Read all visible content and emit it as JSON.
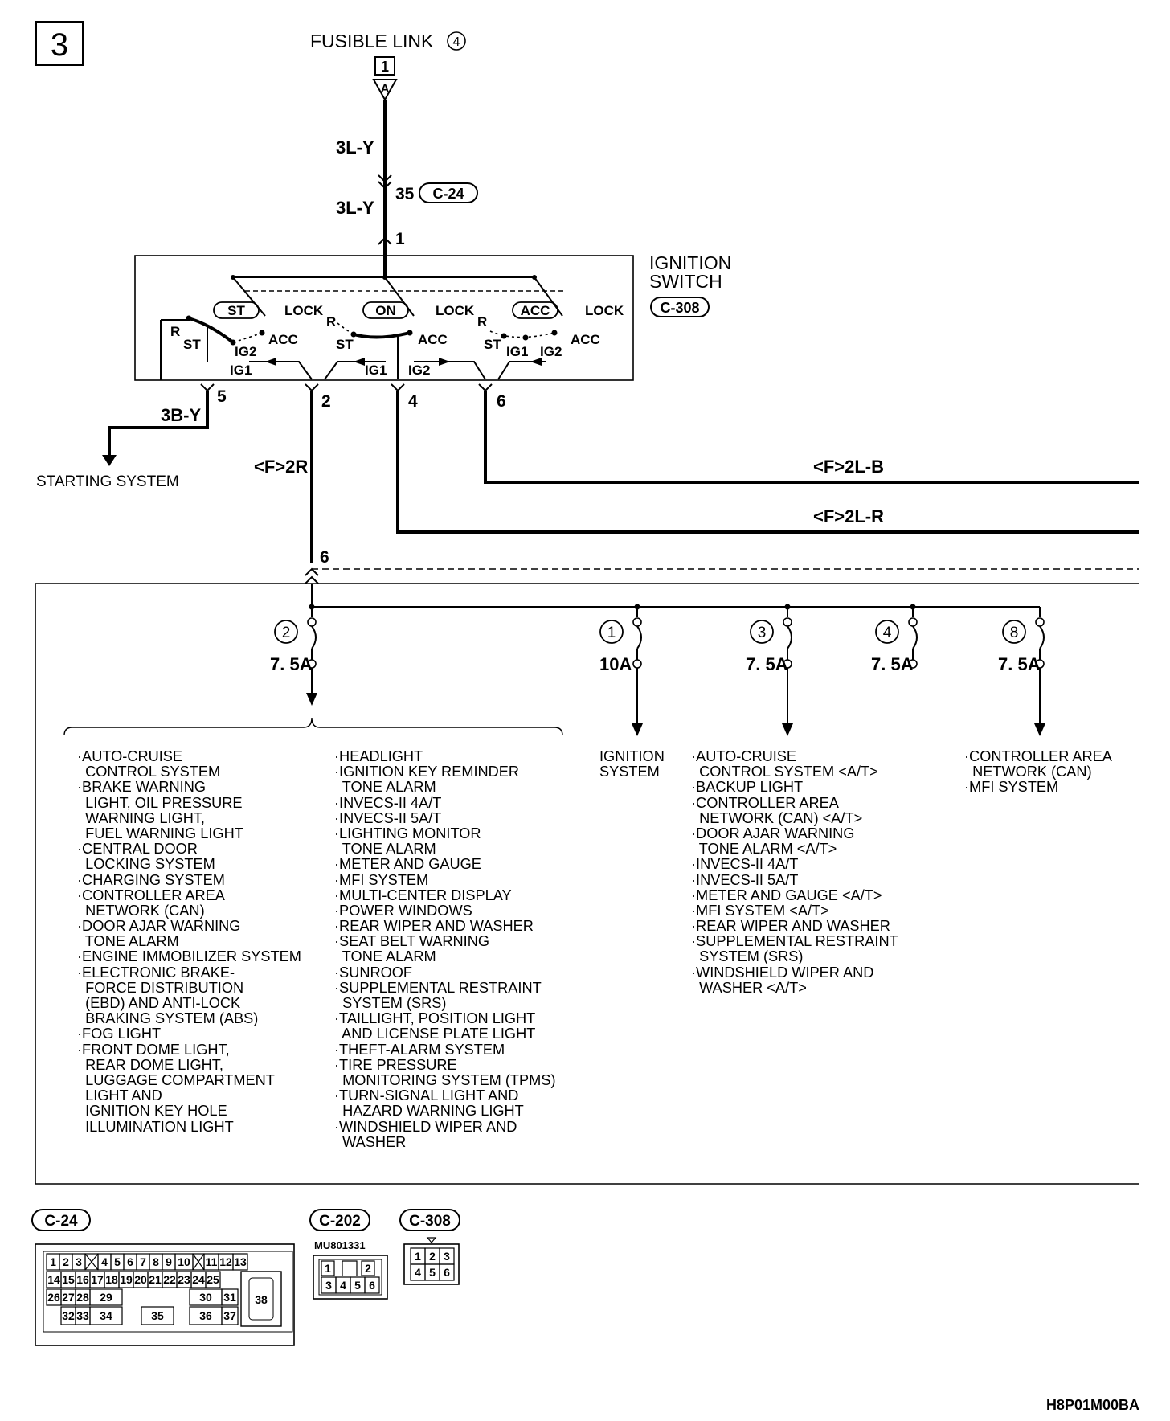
{
  "page_number": "3",
  "figure_id": "H8P01M00BA",
  "source": {
    "label": "FUSIBLE LINK",
    "number": "4",
    "terminal_box": "1",
    "terminal_letter": "A"
  },
  "wires": {
    "fusible_to_c24": "3L-Y",
    "c24_to_switch": "3L-Y",
    "starting": "3B-Y",
    "to_junction": "<F>2R",
    "upper_right": "<F>2L-B",
    "lower_right": "<F>2L-R"
  },
  "pins": {
    "c24": "35",
    "sw_in": "1",
    "st": "5",
    "ig1": "2",
    "ig2": "4",
    "acc": "6",
    "jb": "6"
  },
  "connector_refs": {
    "c24": "C-24",
    "c308": "C-308"
  },
  "ignition_switch": {
    "title_line1": "IGNITION",
    "title_line2": "SWITCH",
    "ref": "C-308",
    "positions": {
      "st": "ST",
      "on": "ON",
      "acc": "ACC",
      "lock": "LOCK",
      "r": "R",
      "ig1": "IG1",
      "ig2": "IG2"
    }
  },
  "starting_system": "STARTING SYSTEM",
  "fuses": [
    {
      "number": "2",
      "rating": "7. 5A"
    },
    {
      "number": "1",
      "rating": "10A"
    },
    {
      "number": "3",
      "rating": "7. 5A"
    },
    {
      "number": "4",
      "rating": "7. 5A"
    },
    {
      "number": "8",
      "rating": "7. 5A"
    }
  ],
  "loads_fuse2_col1": [
    "·AUTO-CRUISE",
    "  CONTROL SYSTEM",
    "·BRAKE WARNING",
    "  LIGHT, OIL PRESSURE",
    "  WARNING LIGHT,",
    "  FUEL WARNING LIGHT",
    "·CENTRAL DOOR",
    "  LOCKING SYSTEM",
    "·CHARGING SYSTEM",
    "·CONTROLLER AREA",
    "  NETWORK (CAN)",
    "·DOOR AJAR WARNING",
    "  TONE ALARM",
    "·ENGINE IMMOBILIZER SYSTEM",
    "·ELECTRONIC BRAKE-",
    "  FORCE DISTRIBUTION",
    "  (EBD) AND ANTI-LOCK",
    "  BRAKING SYSTEM (ABS)",
    "·FOG LIGHT",
    "·FRONT DOME LIGHT,",
    "  REAR DOME LIGHT,",
    "  LUGGAGE COMPARTMENT",
    "  LIGHT AND",
    "  IGNITION KEY HOLE",
    "  ILLUMINATION LIGHT"
  ],
  "loads_fuse2_col2": [
    "·HEADLIGHT",
    "·IGNITION KEY REMINDER",
    "  TONE ALARM",
    "·INVECS-II 4A/T",
    "·INVECS-II 5A/T",
    "·LIGHTING MONITOR",
    "  TONE ALARM",
    "·METER AND GAUGE",
    "·MFI SYSTEM",
    "·MULTI-CENTER DISPLAY",
    "·POWER WINDOWS",
    "·REAR WIPER AND WASHER",
    "·SEAT BELT WARNING",
    "  TONE ALARM",
    "·SUNROOF",
    "·SUPPLEMENTAL RESTRAINT",
    "  SYSTEM (SRS)",
    "·TAILLIGHT, POSITION LIGHT",
    "  AND LICENSE PLATE LIGHT",
    "·THEFT-ALARM SYSTEM",
    "·TIRE PRESSURE",
    "  MONITORING SYSTEM (TPMS)",
    "·TURN-SIGNAL LIGHT AND",
    "  HAZARD WARNING LIGHT",
    "·WINDSHIELD WIPER AND",
    "  WASHER"
  ],
  "loads_fuse1": [
    "IGNITION",
    "SYSTEM"
  ],
  "loads_fuse3": [
    "·AUTO-CRUISE",
    "  CONTROL SYSTEM <A/T>",
    "·BACKUP LIGHT",
    "·CONTROLLER AREA",
    "  NETWORK (CAN) <A/T>",
    "·DOOR AJAR WARNING",
    "  TONE ALARM <A/T>",
    "·INVECS-II 4A/T",
    "·INVECS-II 5A/T",
    "·METER AND GAUGE <A/T>",
    "·MFI SYSTEM <A/T>",
    "·REAR WIPER AND WASHER",
    "·SUPPLEMENTAL RESTRAINT",
    "  SYSTEM (SRS)",
    "·WINDSHIELD WIPER AND",
    "  WASHER <A/T>"
  ],
  "loads_fuse8": [
    "·CONTROLLER AREA",
    "  NETWORK (CAN)",
    "·MFI SYSTEM"
  ],
  "connectors": {
    "c24": {
      "label": "C-24",
      "row1": [
        "1",
        "2",
        "3",
        "4",
        "5",
        "6",
        "7",
        "8",
        "9",
        "10",
        "11",
        "12",
        "13"
      ],
      "row2": [
        "14",
        "15",
        "16",
        "17",
        "18",
        "19",
        "20",
        "21",
        "22",
        "23",
        "24",
        "25"
      ],
      "row3": [
        "26",
        "27",
        "28",
        "29",
        "30",
        "31",
        "38"
      ],
      "row4": [
        "32",
        "33",
        "34",
        "35",
        "36",
        "37"
      ]
    },
    "c202": {
      "label": "C-202",
      "part": "MU801331",
      "cells": [
        "1",
        "2",
        "3",
        "4",
        "5",
        "6"
      ]
    },
    "c308": {
      "label": "C-308",
      "cells": [
        "1",
        "2",
        "3",
        "4",
        "5",
        "6"
      ]
    }
  }
}
